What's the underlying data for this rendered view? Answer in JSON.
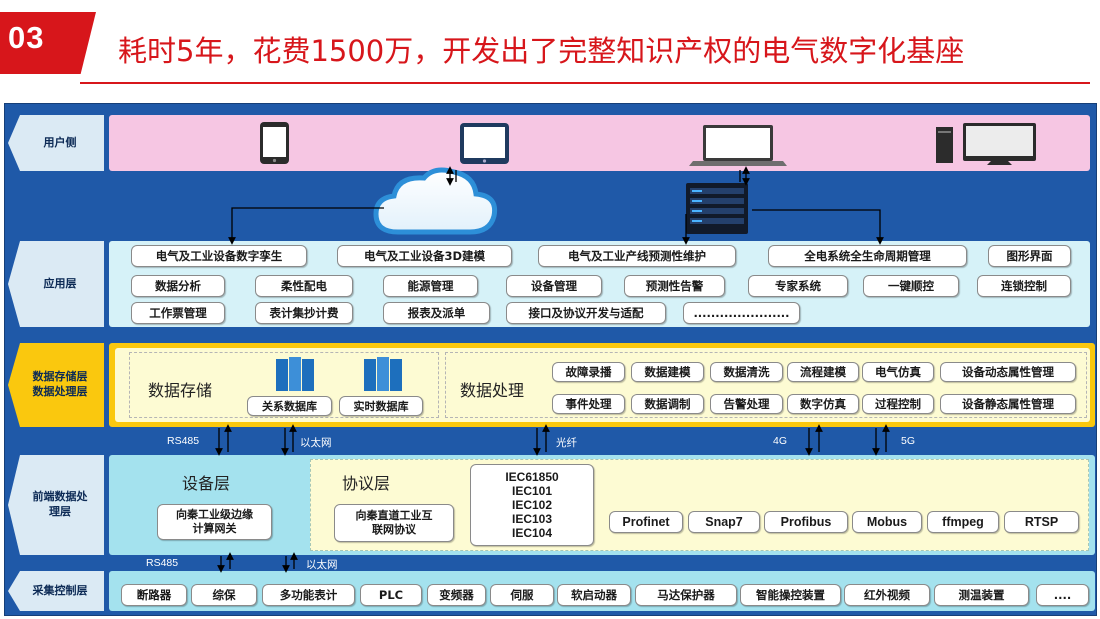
{
  "header": {
    "badge": "03",
    "title": "耗时5年，花费1500万，开发出了完整知识产权的电气数字化基座"
  },
  "layers": {
    "user": {
      "label": "用户侧",
      "devices": [
        "phone-icon",
        "tablet-icon",
        "laptop-icon",
        "desktop-icon"
      ]
    },
    "app": {
      "label": "应用层",
      "row1": [
        "电气及工业设备数字孪生",
        "电气及工业设备3D建模",
        "电气及工业产线预测性维护",
        "全电系统全生命周期管理",
        "图形界面"
      ],
      "row2": [
        "数据分析",
        "柔性配电",
        "能源管理",
        "设备管理",
        "预测性告警",
        "专家系统",
        "一键顺控",
        "连锁控制"
      ],
      "row3": [
        "工作票管理",
        "表计集抄计费",
        "报表及派单",
        "接口及协议开发与适配",
        "......................"
      ]
    },
    "data": {
      "label": "数据存储层\n数据处理层",
      "storage": {
        "title": "数据存储",
        "relational": "关系数据库",
        "realtime": "实时数据库"
      },
      "processing": {
        "title": "数据处理",
        "row1": [
          "故障录播",
          "数据建模",
          "数据清洗",
          "流程建模",
          "电气仿真",
          "设备动态属性管理"
        ],
        "row2": [
          "事件处理",
          "数据调制",
          "告警处理",
          "数字仿真",
          "过程控制",
          "设备静态属性管理"
        ]
      }
    },
    "frontend": {
      "label": "前端数据处\n理层",
      "device_layer": {
        "title": "设备层",
        "gateway": "向秦工业级边缘\n计算网关"
      },
      "protocol_layer": {
        "title": "协议层",
        "internet": "向秦直道工业互\n联网协议",
        "iec": [
          "IEC61850",
          "IEC101",
          "IEC102",
          "IEC103",
          "IEC104"
        ],
        "protocols": [
          "Profinet",
          "Snap7",
          "Profibus",
          "Mobus",
          "ffmpeg",
          "RTSP"
        ]
      }
    },
    "acquisition": {
      "label": "采集控制层",
      "items": [
        "断路器",
        "综保",
        "多功能表计",
        "PLC",
        "变频器",
        "伺服",
        "软启动器",
        "马达保护器",
        "智能操控装置",
        "红外视频",
        "测温装置",
        "...."
      ]
    }
  },
  "links": {
    "rs485_a": "RS485",
    "ethernet_a": "以太网",
    "fiber": "光纤",
    "g4": "4G",
    "g5": "5G",
    "rs485_b": "RS485",
    "ethernet_b": "以太网"
  },
  "colors": {
    "accent": "#d7161b",
    "frame": "#1f59a8",
    "user_band": "#f6c6e3",
    "app_band": "#d6f2f8",
    "data_band": "#fac80e",
    "frontend_band": "#a4e2ee",
    "protocol_band": "#fdfbd3"
  }
}
